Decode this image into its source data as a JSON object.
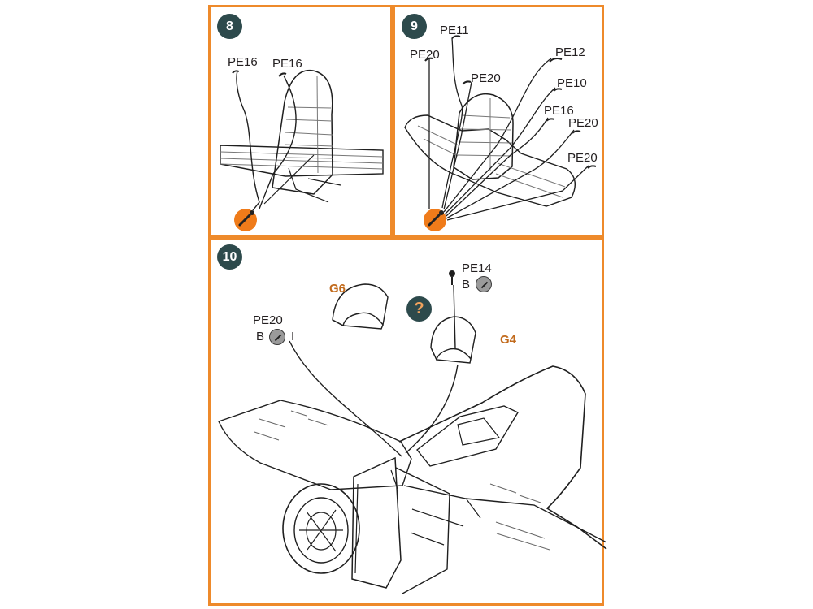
{
  "steps": {
    "s8": {
      "number": "8",
      "callouts": {
        "left": "PE16",
        "right": "PE16"
      },
      "tool_icon": "glue-brush-icon"
    },
    "s9": {
      "number": "9",
      "callouts": {
        "pe11": "PE11",
        "pe20_left": "PE20",
        "pe20_top": "PE20",
        "pe12": "PE12",
        "pe10": "PE10",
        "pe16": "PE16",
        "pe20_right": "PE20",
        "pe20_bottom": "PE20"
      },
      "tool_icon": "glue-brush-icon"
    },
    "s10": {
      "number": "10",
      "question": "?",
      "callouts": {
        "g6": "G6",
        "g4": "G4",
        "pe14": "PE14",
        "pe14_b": "B",
        "pe20": "PE20",
        "pe20_b": "B",
        "pe20_i": "I"
      }
    }
  },
  "colors": {
    "frame": "#ee8a2b",
    "badge": "#2d4a4c",
    "line": "#1f1f1f",
    "glue_icon": "#ef7b1a",
    "accent_label": "#c26b1d"
  }
}
